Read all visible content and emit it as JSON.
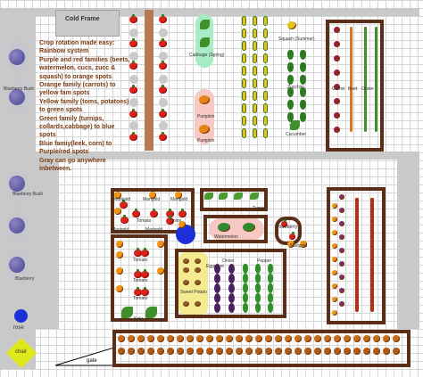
{
  "title": "Cold Frame",
  "notes": [
    "Crop rotation made easy:",
    "Rainbow system",
    " Purple and red families (beets,",
    "watermelon, cucs, zucc &",
    "squash) to orange spots",
    "Orange family (carrots) to",
    "yellow fam spots",
    "Yellow family (toms, potatoes)",
    "to green spots",
    "Green family (turnips,",
    "collards,cabbage) to blue spots",
    "Blue famiy(leek, corn) to",
    "Purple/red spots",
    "Gray can go anywhere",
    "inbetween."
  ],
  "labels": {
    "blueberry_1": "Blueberry Bush",
    "blueberry_2": "Blueberry Bush",
    "blueberry_3": "Blueberry",
    "rose": "rose",
    "chair": "chair",
    "gate": "gate",
    "cabbage": "Cabbage (Spring)",
    "pumpkin_1": "Pumpkin",
    "pumpkin_2": "Pumpkin",
    "squash": "Squash (Summer)",
    "zucchini": "Zucchini",
    "cucumber": "Cucumber",
    "strawberry": "Strawberry",
    "onion": "Onion",
    "beet": "Beet",
    "carrot": "Carrot",
    "marigold": "Marigold",
    "tomato": "Tomato",
    "eggplant": "Eggplant",
    "potato": "Sweet Potato",
    "peppers": "Pepper",
    "watermelon": "Watermelon",
    "turnip": "Turnip",
    "kale": "Kale"
  },
  "colors": {
    "bed_border": "#5a2e17",
    "path_gray": "#c9c9c9",
    "grid": "#d7d7d7",
    "green_spot": "#a8ecc6",
    "orange_spot": "#f6c9c4",
    "yellow_spot": "#f4eb90",
    "blue_spot": "#bdd7f0",
    "rose": "#1d2fd8",
    "chair": "#dfe81a"
  }
}
